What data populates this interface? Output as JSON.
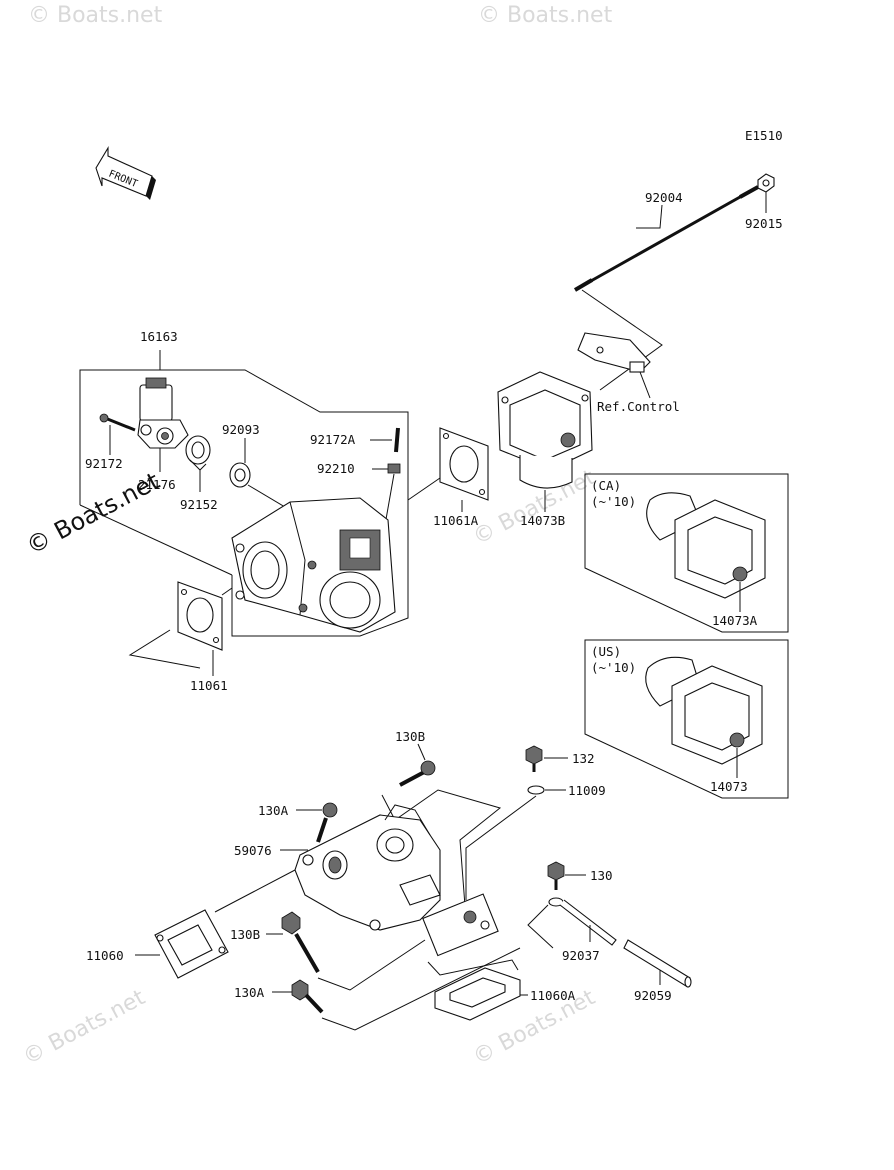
{
  "diagram_code": "E1510",
  "front_arrow_label": "FRONT",
  "watermarks": {
    "copyright": "© Boats.net",
    "tile": "© Boats.net"
  },
  "parts": {
    "p92004": "92004",
    "p92015": "92015",
    "p16163": "16163",
    "p92093": "92093",
    "p92172A": "92172A",
    "p92210": "92210",
    "p92172": "92172",
    "p21176": "21176",
    "p92152": "92152",
    "p11061A": "11061A",
    "p14073B": "14073B",
    "p11061": "11061",
    "p14073A": "14073A",
    "p14073": "14073",
    "p130B_top": "130B",
    "p132": "132",
    "p11009": "11009",
    "p130A_top": "130A",
    "p59076": "59076",
    "p130": "130",
    "p11060": "11060",
    "p130B_bot": "130B",
    "p92037": "92037",
    "p130A_bot": "130A",
    "p11060A": "11060A",
    "p92059": "92059"
  },
  "ref_control": "Ref.Control",
  "variant_ca": {
    "region": "(CA)",
    "years": "(~'10)"
  },
  "variant_us": {
    "region": "(US)",
    "years": "(~'10)"
  }
}
